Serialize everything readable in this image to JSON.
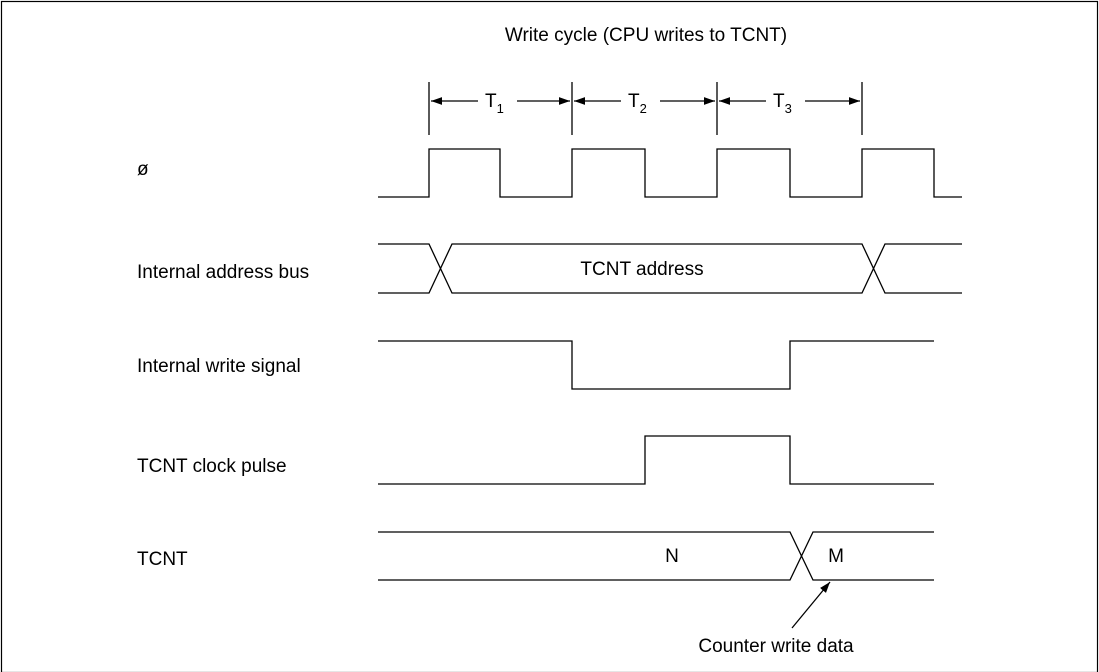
{
  "title": "Write cycle (CPU writes to TCNT)",
  "states": [
    {
      "letter": "T",
      "sub": "1"
    },
    {
      "letter": "T",
      "sub": "2"
    },
    {
      "letter": "T",
      "sub": "3"
    }
  ],
  "signals": {
    "phi": "ø",
    "address_bus": "Internal address bus",
    "write_signal": "Internal write signal",
    "clock_pulse": "TCNT clock pulse",
    "tcnt": "TCNT"
  },
  "bus_values": {
    "address": "TCNT address",
    "tcnt_old": "N",
    "tcnt_new": "M"
  },
  "annotation": "Counter write data"
}
